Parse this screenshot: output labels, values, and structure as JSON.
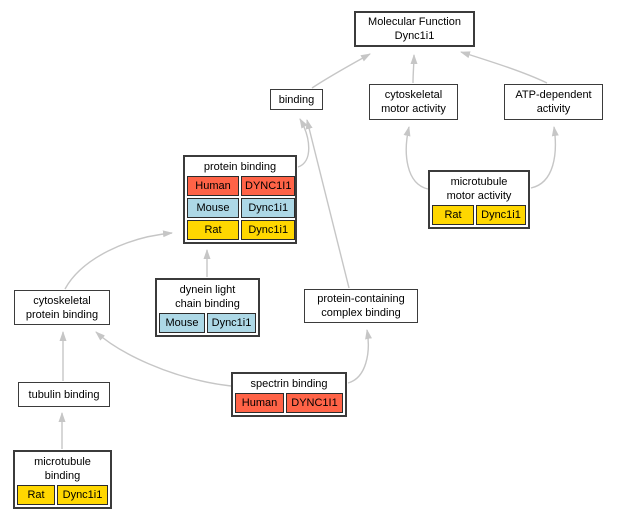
{
  "colors": {
    "human_row": "#FF6347",
    "mouse_row": "#ADD8E6",
    "rat_row": "#FFD700",
    "edge": "#C6C6C6",
    "node_border": "#3B3B3B",
    "background": "#FFFFFF"
  },
  "nodes": {
    "molecular_function": {
      "label": "Molecular Function\nDync1i1"
    },
    "binding": {
      "label": "binding"
    },
    "cytoskeletal_motor_activity": {
      "label": "cytoskeletal\nmotor activity"
    },
    "atp_dependent_activity": {
      "label": "ATP-dependent\nactivity"
    },
    "protein_binding": {
      "label": "protein binding",
      "annotations": [
        {
          "species": "Human",
          "gene": "DYNC1I1"
        },
        {
          "species": "Mouse",
          "gene": "Dync1i1"
        },
        {
          "species": "Rat",
          "gene": "Dync1i1"
        }
      ]
    },
    "microtubule_motor_activity": {
      "label": "microtubule\nmotor activity",
      "annotations": [
        {
          "species": "Rat",
          "gene": "Dync1i1"
        }
      ]
    },
    "dynein_light_chain_binding": {
      "label": "dynein light\nchain binding",
      "annotations": [
        {
          "species": "Mouse",
          "gene": "Dync1i1"
        }
      ]
    },
    "protein_containing_complex_binding": {
      "label": "protein-containing\ncomplex binding"
    },
    "cytoskeletal_protein_binding": {
      "label": "cytoskeletal\nprotein binding"
    },
    "tubulin_binding": {
      "label": "tubulin binding"
    },
    "spectrin_binding": {
      "label": "spectrin binding",
      "annotations": [
        {
          "species": "Human",
          "gene": "DYNC1I1"
        }
      ]
    },
    "microtubule_binding": {
      "label": "microtubule\nbinding",
      "annotations": [
        {
          "species": "Rat",
          "gene": "Dync1i1"
        }
      ]
    }
  },
  "edges": [
    {
      "from": "binding",
      "to": "molecular_function"
    },
    {
      "from": "cytoskeletal_motor_activity",
      "to": "molecular_function"
    },
    {
      "from": "atp_dependent_activity",
      "to": "molecular_function"
    },
    {
      "from": "protein_binding",
      "to": "binding"
    },
    {
      "from": "protein_containing_complex_binding",
      "to": "binding"
    },
    {
      "from": "microtubule_motor_activity",
      "to": "cytoskeletal_motor_activity"
    },
    {
      "from": "microtubule_motor_activity",
      "to": "atp_dependent_activity"
    },
    {
      "from": "dynein_light_chain_binding",
      "to": "protein_binding"
    },
    {
      "from": "cytoskeletal_protein_binding",
      "to": "protein_binding"
    },
    {
      "from": "tubulin_binding",
      "to": "cytoskeletal_protein_binding"
    },
    {
      "from": "spectrin_binding",
      "to": "cytoskeletal_protein_binding"
    },
    {
      "from": "spectrin_binding",
      "to": "protein_containing_complex_binding"
    },
    {
      "from": "microtubule_binding",
      "to": "tubulin_binding"
    }
  ]
}
